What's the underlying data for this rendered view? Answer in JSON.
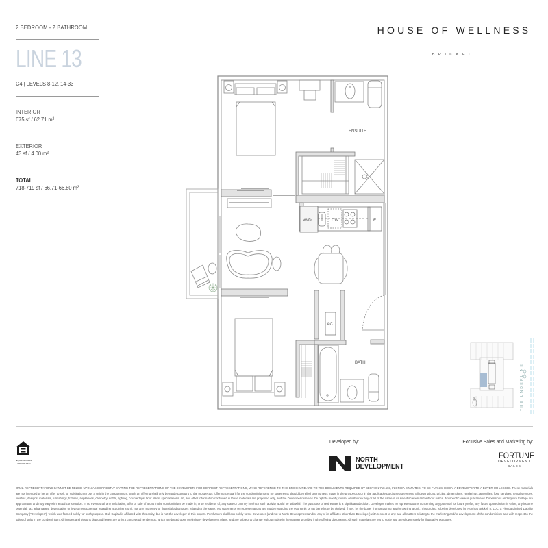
{
  "unit": {
    "type": "2 BEDROOM - 2 BATHROOM",
    "line": "LINE 13",
    "levels": "C4  |  LEVELS 8-12, 14-33"
  },
  "areas": {
    "interior": {
      "label": "INTERIOR",
      "value": "675 sf  /  62.71 m²"
    },
    "exterior": {
      "label": "EXTERIOR",
      "value": "43 sf  /  4.00 m²"
    },
    "total": {
      "label": "TOTAL",
      "value": "718-719 sf  /  66.71-66.80 m²"
    }
  },
  "brand": {
    "name": "HOUSE OF WELLNESS",
    "location": "BRICKELL"
  },
  "floorplan": {
    "rooms": {
      "ensuite": "ENSUITE",
      "bath": "BATH",
      "ac": "AC",
      "washer_dryer": "W/D",
      "dishwasher": "DW",
      "fridge": "F"
    },
    "colors": {
      "wall": "#7a7a7a",
      "fixture": "#8c8c8c",
      "balcony": "#a9a9a9",
      "plant": "#8fae8f"
    }
  },
  "keyplan": {
    "label": "THE UNDERLINE",
    "north": "N",
    "highlight_color": "#a8bdd3",
    "water_color": "#a7d8e6"
  },
  "footer": {
    "equal_housing": [
      "EQUAL HOUSING",
      "OPPORTUNITY"
    ],
    "developer_label": "Developed by:",
    "developer_name_1": "NORTH",
    "developer_name_2": "DEVELOPMENT",
    "sales_label": "Exclusive Sales and Marketing by:",
    "sales_name": "FORTUNE",
    "sales_sub": "DEVELOPMENT",
    "sales_sub2": "SALES",
    "disclaimer": "ORAL REPRESENTATIONS CANNOT BE RELIED UPON AS CORRECTLY STATING THE REPRESENTATIONS OF THE DEVELOPER. FOR CORRECT REPRESENTATIONS, MAKE REFERENCE TO THIS BROCHURE AND TO THE DOCUMENTS REQUIRED BY SECTION 718.503, FLORIDA STATUTES, TO BE FURNISHED BY A DEVELOPER TO A BUYER OR LESSEE. These materials are not intended to be an offer to sell, or solicitation to buy a unit in the condominium. Such an offering shall only be made pursuant to the prospectus (offering circular) for the condominium and no statements should be relied upon unless made in the prospectus or in the applicable purchase agreement. All descriptions, pricing, dimensions, renderings, amenities, food services, rental services, finishes, designs, materials, furnishings, fixtures, appliances, cabinetry, soffits, lighting, countertops, floor plans, specifications, art, and other information contained in these materials are proposed only, and the Developer reserves the right to modify, revise, or withdraw any or all of the same in its sole discretion and without notice. No specific view is guaranteed. Dimensions and square footage are approximate and may vary with actual construction. In no event shall any solicitation, offer or sale of a unit in the condominium be made in, or to residents of, any state or country in which such activity would be unlawful. The purchase of real estate is a significant decision. Developer makes no representations concerning any potential for future profits, any future appreciation in value, any income potential, tax advantages, depreciation or investment potential regarding acquiring a unit, nor any monetary or financial advantages related to the same. No statements or representations are made regarding the economic or tax benefits to be derived, if any, by the buyer from acquiring and/or owning a unit. This project is being developed by North at Brickell II, LLC, a Florida Limited Liability Company (\"Developer\"), which was formed solely for such purpose. Oak Capital is affiliated with this entity, but is not the developer of this project. Purchasers shall look solely to the Developer (and not to North Development and/or any of its affiliates other than Developer) with respect to any and all matters relating to the marketing and/or development of the condominium and with respect to the sales of units in the condominium. All images and designs depicted herein are artist's conceptual renderings, which are based upon preliminary development plans, and are subject to change without notice in the manner provided in the offering documents. All such materials are not to scale and are shown solely for illustrative purposes."
  }
}
